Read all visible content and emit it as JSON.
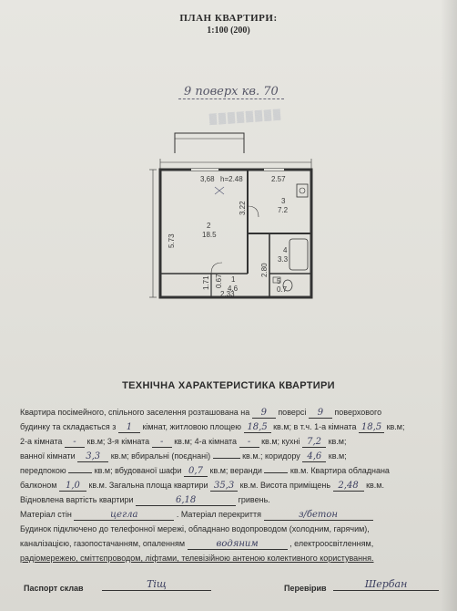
{
  "header": {
    "title": "ПЛАН КВАРТИРИ:",
    "scale": "1:100 (200)",
    "floor_note": "9 поверх кв. 70"
  },
  "plan": {
    "labels": {
      "d368": "3,68",
      "h": "h=2.48",
      "r2_num": "2",
      "r2_area": "18.5",
      "d573": "5.73",
      "d322": "3.22",
      "d257": "2.57",
      "r3_num": "3",
      "r3_area": "7.2",
      "d280": "2.80",
      "r4_num": "4",
      "r4_area": "3.3",
      "r5_num": "5",
      "r5_area": "0.7",
      "r1_num": "1",
      "r1_area": "4.6",
      "d171": "1.71",
      "d067": "0.67",
      "d233": "2.33"
    }
  },
  "characteristics": {
    "heading": "ТЕХНІЧНА ХАРАКТЕРИСТИКА КВАРТИРИ",
    "l1_a": "Квартира посімейного, спільного заселення розташована на",
    "floor": "9",
    "l1_b": "поверсі",
    "floors_total": "9",
    "l1_c": "поверхового",
    "l2_a": "будинку та складається з",
    "rooms": "1",
    "l2_b": "кімнат, житловою площею",
    "living_area": "18,5",
    "l2_c": "кв.м; в т.ч. 1-а кімната",
    "room1": "18,5",
    "l2_d": "кв.м;",
    "l3_a": "2-а кімната",
    "room2": "-",
    "l3_b": "кв.м; 3-я кімната",
    "room3": "-",
    "l3_c": "кв.м; 4-а кімната",
    "room4": "-",
    "l3_d": "кв.м; кухні",
    "kitchen": "7,2",
    "l3_e": "кв.м;",
    "l4_a": "ванної кімнати",
    "bathroom": "3,3",
    "l4_b": "кв.м; вбиральні (поєднані)",
    "l4_c": "кв.м.; коридору",
    "corridor": "4,6",
    "l4_d": "кв.м;",
    "l5_a": "передпокою",
    "l5_b": "кв.м; вбудованої шафи",
    "wardrobe": "0,7",
    "l5_c": "кв.м; веранди",
    "l5_d": "кв.м. Квартира обладнана",
    "l6_a": "балконом",
    "balcony": "1,0",
    "l6_b": "кв.м. Загальна площа квартири",
    "total_area": "35,3",
    "l6_c": "кв.м. Висота приміщень",
    "height": "2,48",
    "l6_d": "кв.м.",
    "l7_a": "Відновлена вартість квартири",
    "cost": "6,18",
    "l7_b": "гривень.",
    "l8_a": "Матеріал стін",
    "walls": "цегла",
    "l8_b": ". Матеріал перекриття",
    "slab": "з/бетон",
    "l9": "Будинок підключено до телефонної мережі, обладнано водопроводом (холодним, гарячим),",
    "l10_a": "каналізацією, газопостачанням, опаленням",
    "heating": "водяним",
    "l10_b": ", електроосвітленням,",
    "l11": "радіомережею, сміттєпроводом, ліфтами, телевізійною антеною колективного користування."
  },
  "footer": {
    "passport_label": "Паспорт склав",
    "passport_sig": "Тіщ",
    "checked_label": "Перевірив",
    "checked_sig": "Шербан"
  }
}
